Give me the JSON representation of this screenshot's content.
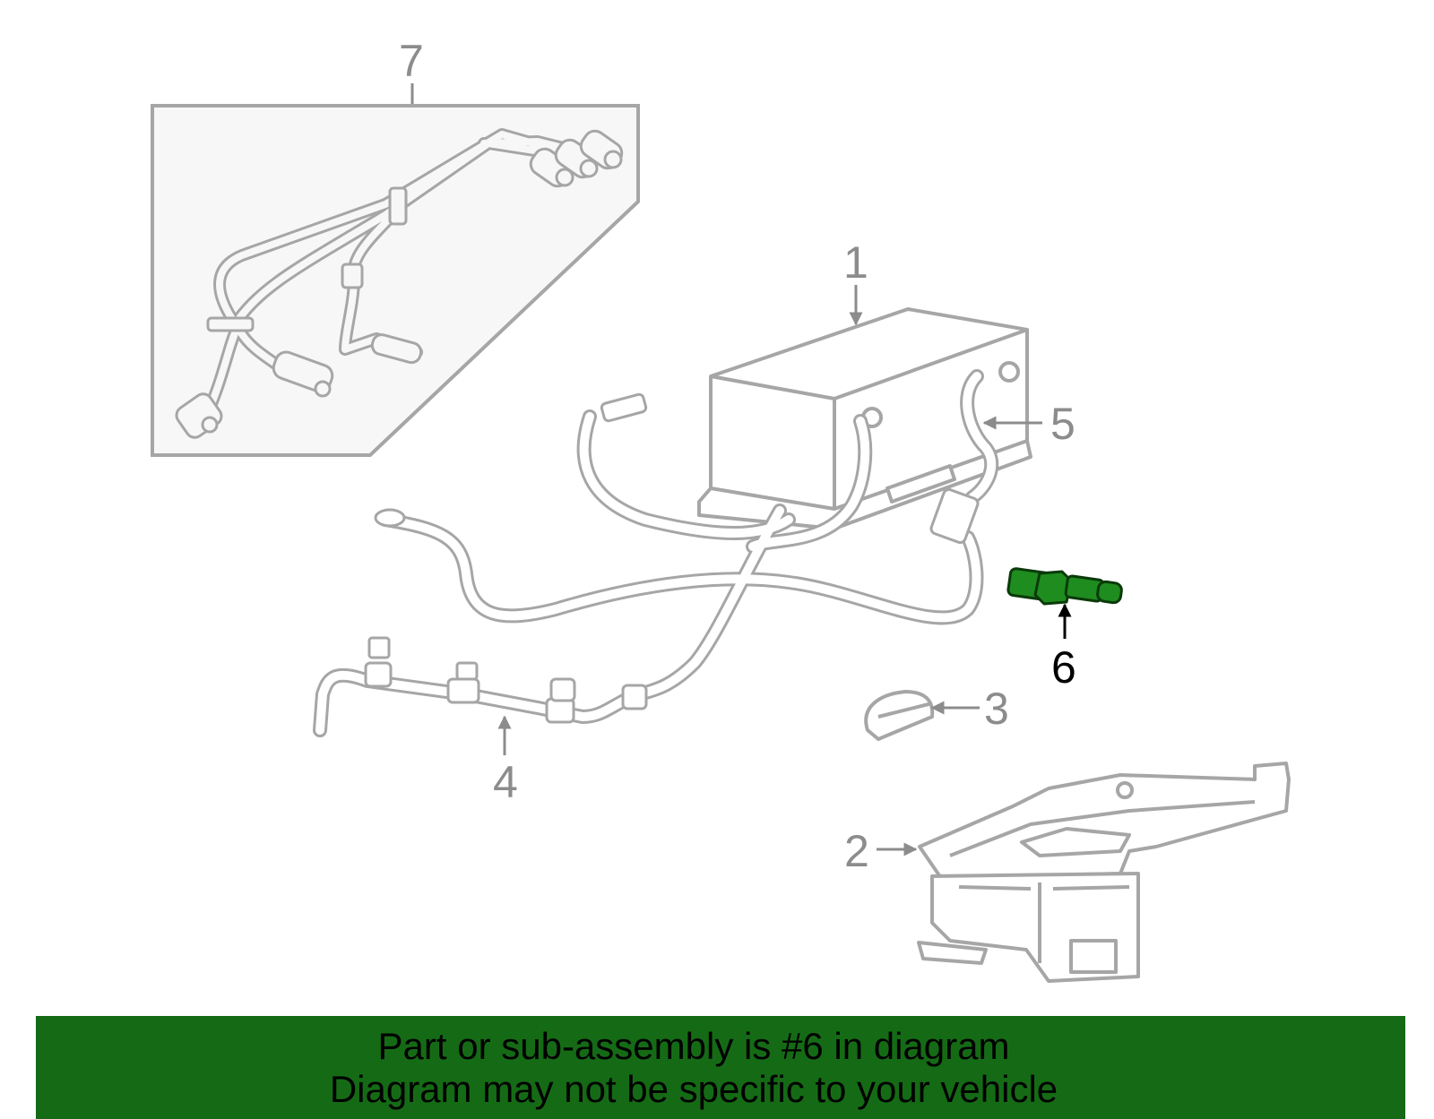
{
  "callouts": {
    "c1": "1",
    "c2": "2",
    "c3": "3",
    "c4": "4",
    "c5": "5",
    "c6": "6",
    "c7": "7"
  },
  "highlight_part": "6",
  "colors": {
    "line_gray": "#a6a6a6",
    "callout_gray": "#8c8c8c",
    "highlight_green": "#1e8c1e",
    "banner_green": "#156b15",
    "inset_fill": "#f7f7f7"
  },
  "banner": {
    "line1": "Part or sub-assembly is #6 in diagram",
    "line2": "Diagram may not be specific to your vehicle"
  }
}
